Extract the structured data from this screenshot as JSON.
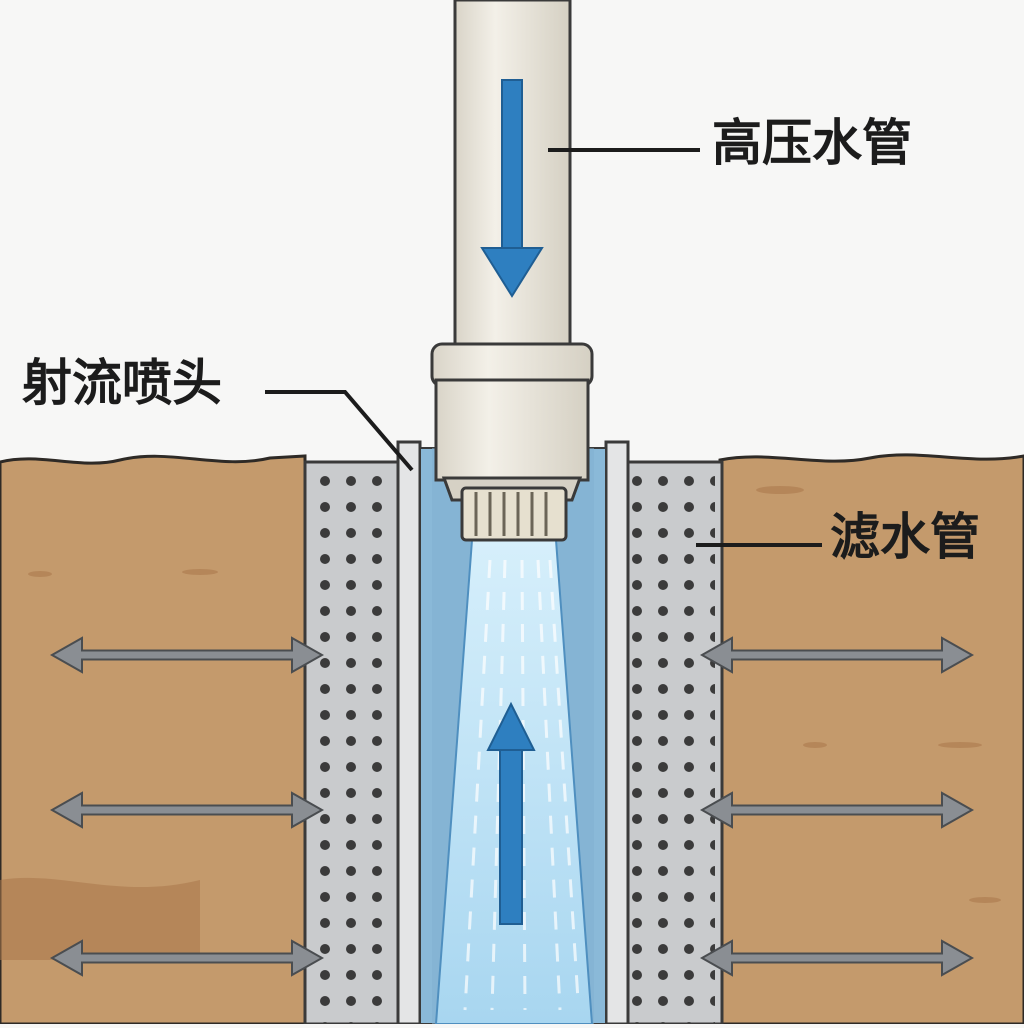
{
  "labels": {
    "high_pressure_pipe": "高压水管",
    "jet_nozzle": "射流喷头",
    "filter_pipe": "滤水管"
  },
  "colors": {
    "sky": "#f7f7f6",
    "soil": "#c49a6c",
    "soil_dark": "#a9774a",
    "pipe": "#ede9df",
    "pipe_outline": "#3a3a3a",
    "filter_metal": "#c9cbcd",
    "filter_hole": "#3b3b3b",
    "well_water": "#8ab9d8",
    "jet_water": "#bfe3f7",
    "flow_arrow": "#2e7fc0",
    "seepage_arrow": "#8a8e93"
  },
  "flow": {
    "down_arrow": "down-arrow-icon",
    "up_arrow": "up-arrow-icon",
    "seepage_arrows": "double-arrow-icon"
  }
}
